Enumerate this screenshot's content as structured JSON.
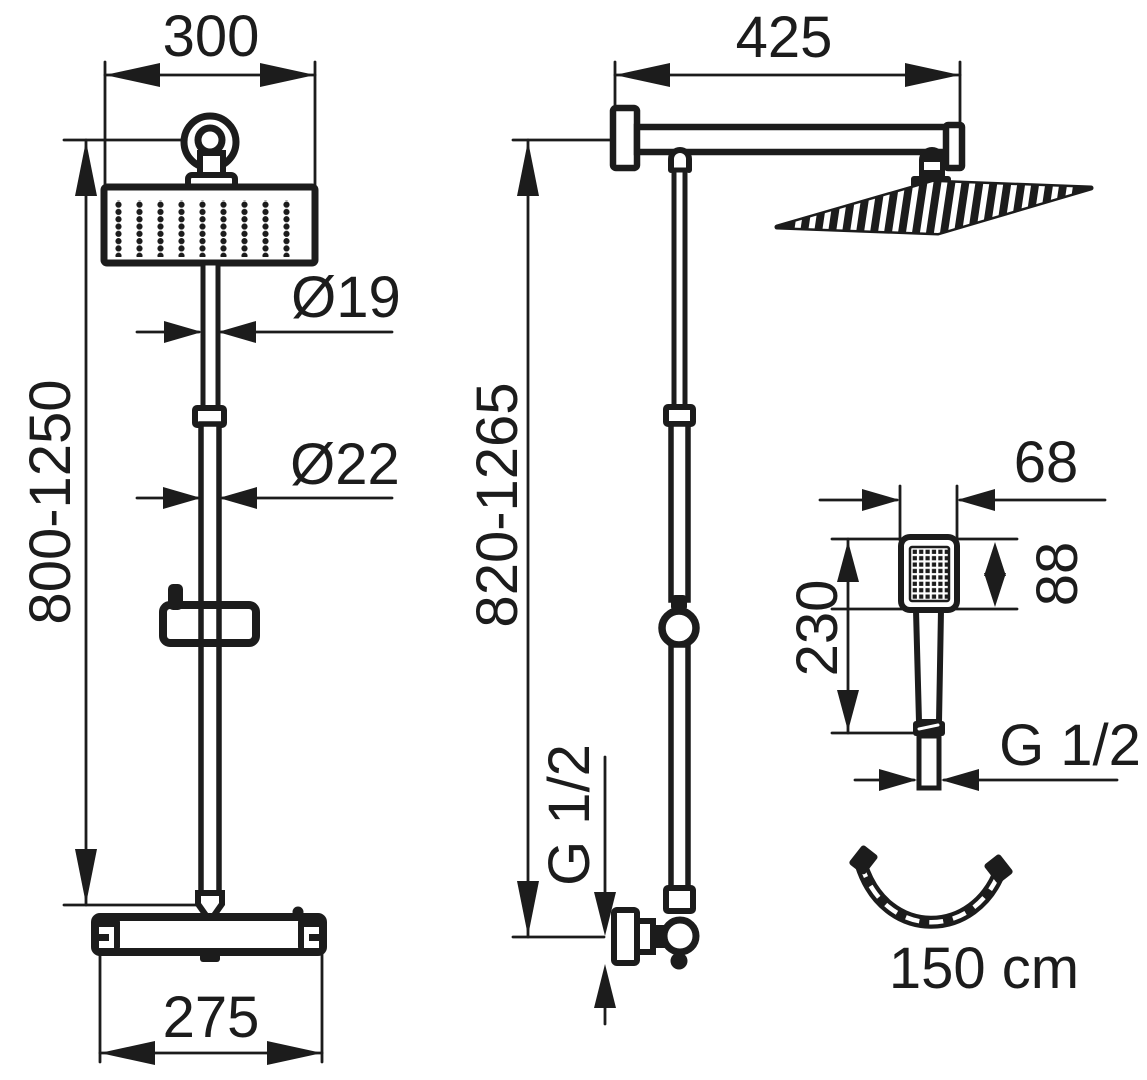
{
  "drawing": {
    "type": "shower-set-technical-drawing",
    "ink_color": "#1c1c1c",
    "background_color": "#ffffff"
  },
  "front": {
    "width": "300",
    "diam_upper": "Ø19",
    "diam_lower": "Ø22",
    "height_range": "800-1250",
    "mixer_width": "275"
  },
  "side": {
    "arm_length": "425",
    "height_range": "820-1265",
    "thread": "G 1/2"
  },
  "hand": {
    "width": "68",
    "head_height": "88",
    "length": "230",
    "thread": "G 1/2"
  },
  "hose": {
    "length": "150 cm"
  }
}
